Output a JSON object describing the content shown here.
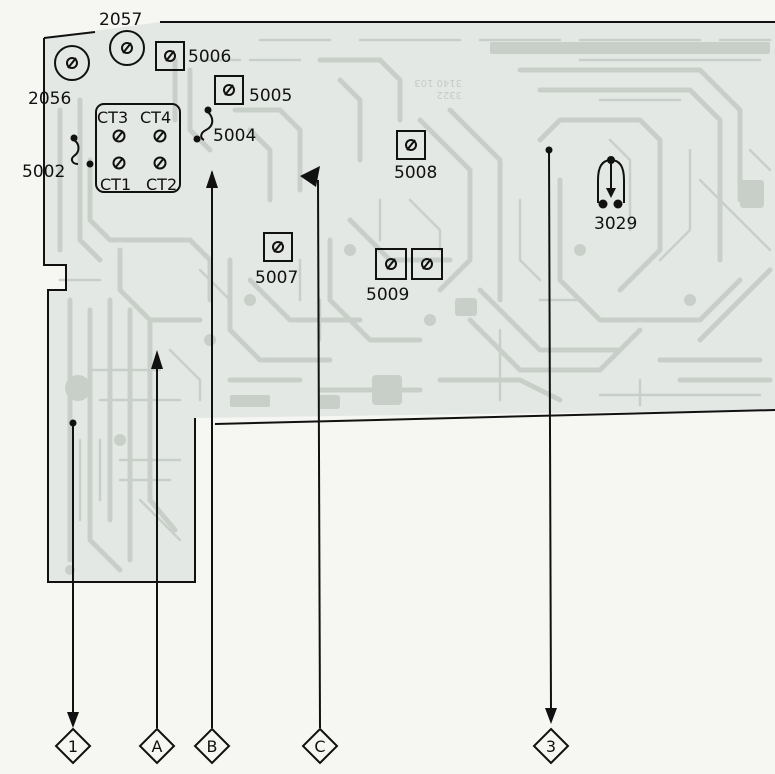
{
  "components": {
    "c2057": "2057",
    "c2056": "2056",
    "c5006": "5006",
    "c5005": "5005",
    "c5004": "5004",
    "c5002": "5002",
    "ct3": "CT3",
    "ct4": "CT4",
    "ct1": "CT1",
    "ct2": "CT2",
    "c5008": "5008",
    "c3029": "3029",
    "c5007": "5007",
    "c5009": "5009"
  },
  "mirrored_print": {
    "line1": "3322",
    "line2": "3140 103"
  },
  "test_points": {
    "tp1": "1",
    "tpA": "A",
    "tpB": "B",
    "tpC": "C",
    "tp3": "3"
  }
}
